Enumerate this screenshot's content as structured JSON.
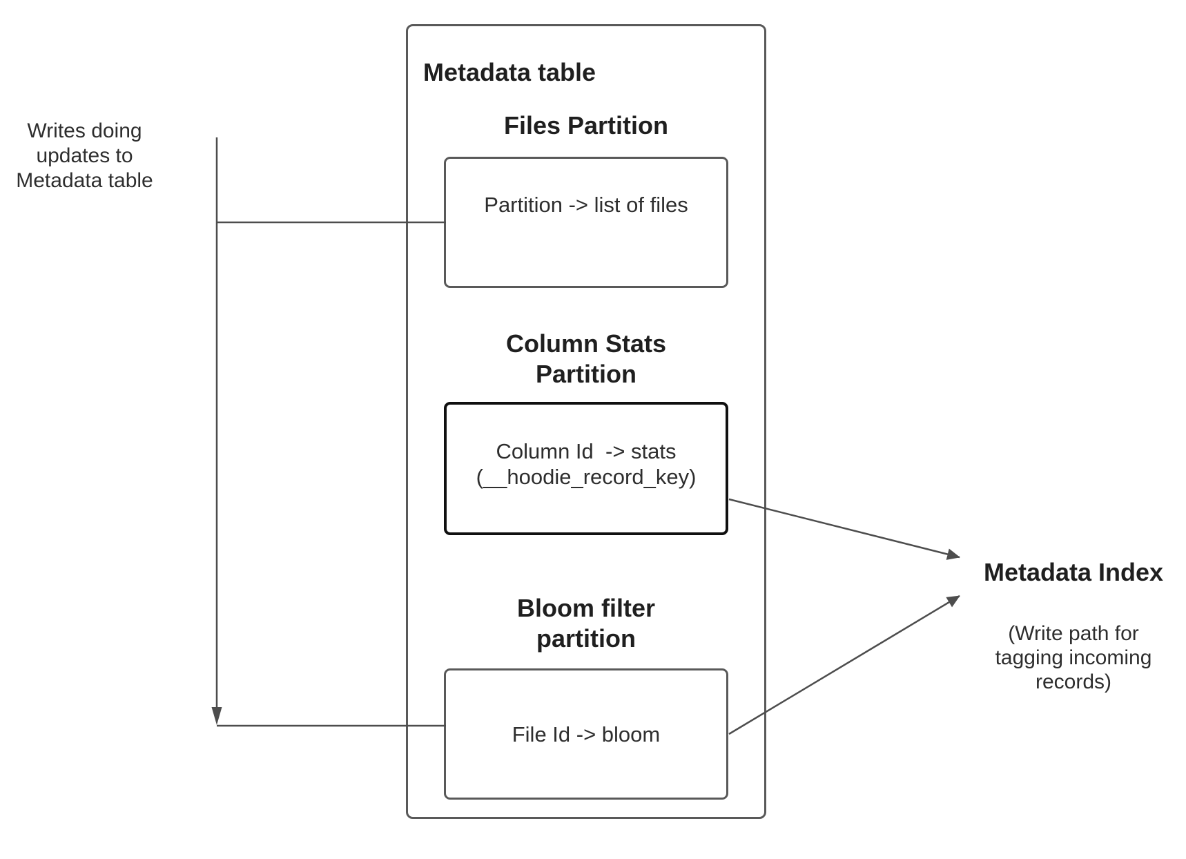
{
  "colors": {
    "connector": "#4d4d4d",
    "box_border": "#595959",
    "emphasis_border": "#101010",
    "text": "#1f1f1f"
  },
  "left_note": {
    "line1": "Writes doing",
    "line2": "updates to",
    "line3": "Metadata table"
  },
  "metadata_table": {
    "title": "Metadata table",
    "files_partition": {
      "heading": "Files Partition",
      "value": "Partition -> list of files"
    },
    "column_stats_partition": {
      "heading_line1": "Column Stats",
      "heading_line2": "Partition",
      "value_line1": "Column Id  -> stats",
      "value_line2": "(__hoodie_record_key)"
    },
    "bloom_filter_partition": {
      "heading_line1": "Bloom filter",
      "heading_line2": "partition",
      "value": "File Id -> bloom"
    }
  },
  "metadata_index": {
    "title": "Metadata Index",
    "subtitle_line1": "(Write path for",
    "subtitle_line2": "tagging incoming",
    "subtitle_line3": "records)"
  }
}
